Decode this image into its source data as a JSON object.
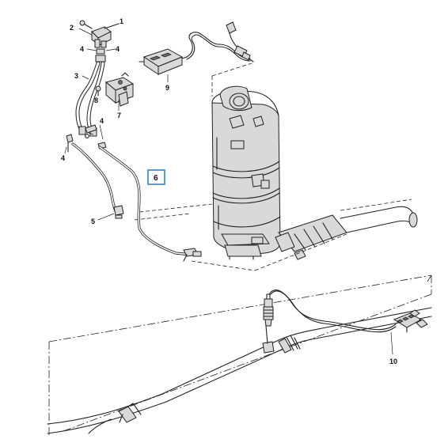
{
  "callouts": {
    "c1": "1",
    "c2": "2",
    "c3": "3",
    "c4a": "4",
    "c4b": "4",
    "c4c": "4",
    "c4d": "4",
    "c5": "5",
    "c6": "6",
    "c7": "7",
    "c8": "8",
    "c9": "9",
    "c10": "10"
  },
  "colors": {
    "highlight_box": "#2b87c8",
    "line": "#222222",
    "part_fill": "#d9d9d9"
  }
}
